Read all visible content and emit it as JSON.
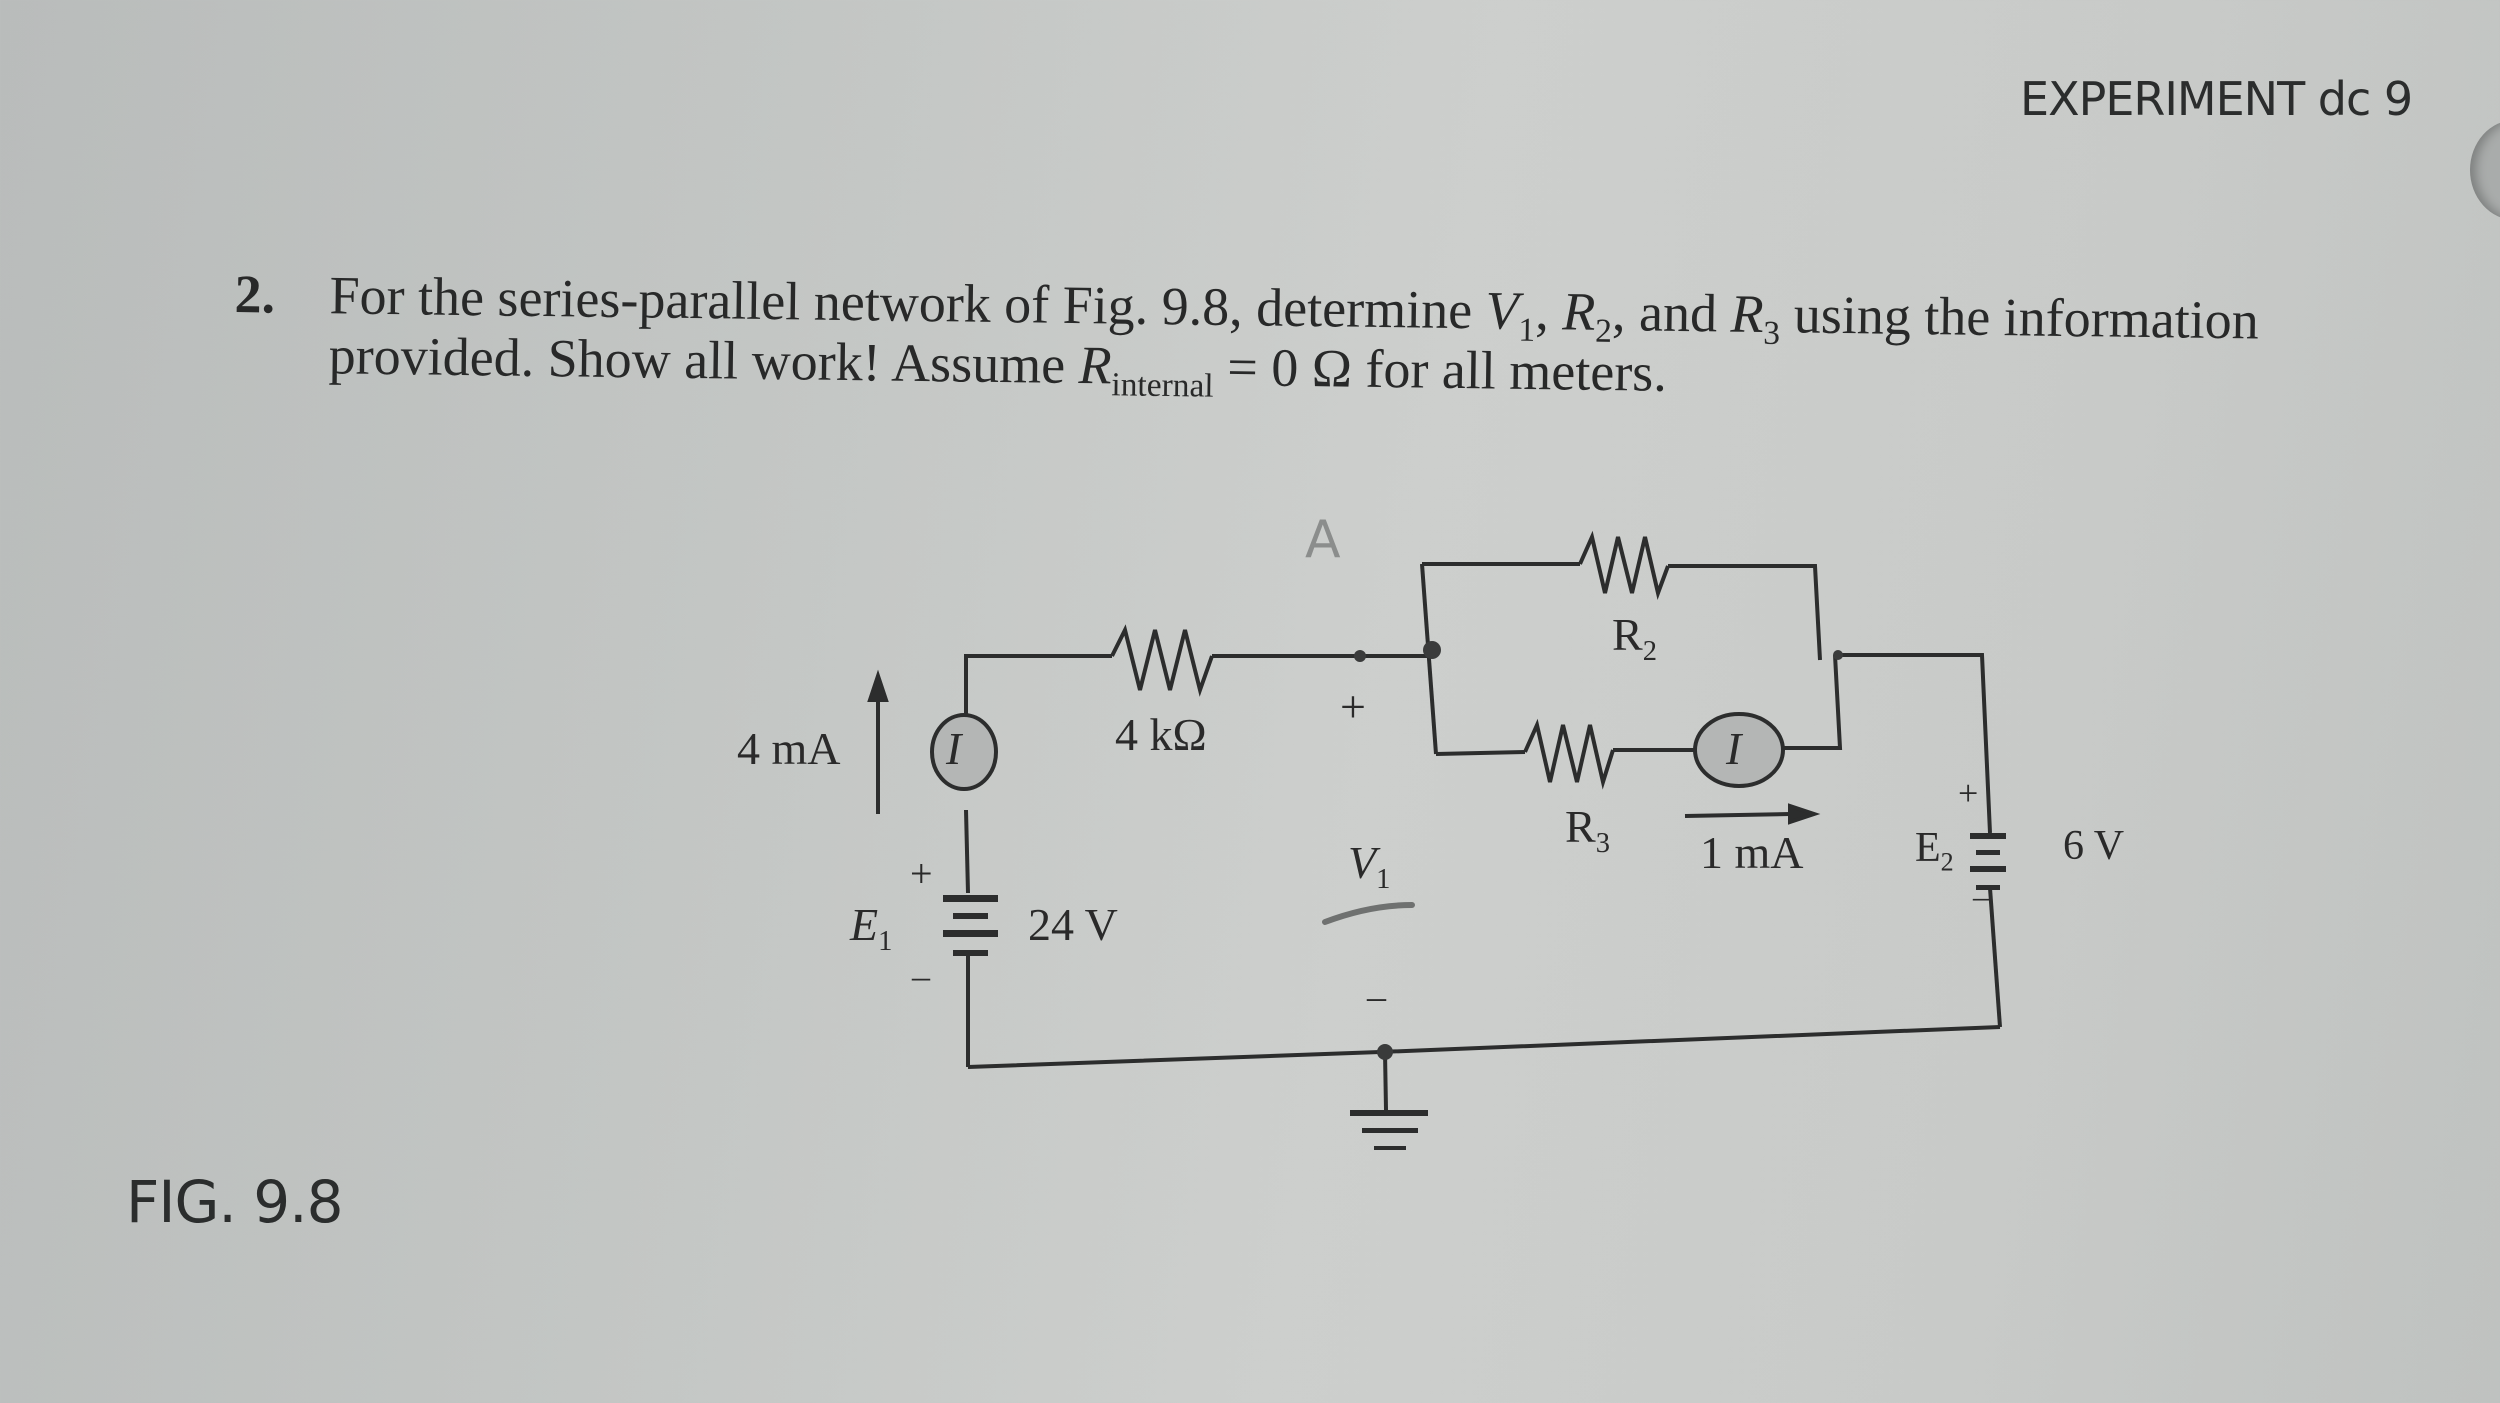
{
  "header": {
    "experiment_label": "EXPERIMENT dc 9"
  },
  "problem": {
    "number": "2.",
    "line1_a": "For the series-parallel network of Fig. 9.8, determine ",
    "line1_v": "V",
    "line1_v_sub": "1",
    "line1_sep1": ", ",
    "line1_r2": "R",
    "line1_r2_sub": "2",
    "line1_sep2": ", and ",
    "line1_r3": "R",
    "line1_r3_sub": "3",
    "line1_b": " using the information",
    "line2_a": "provided. Show all work! Assume ",
    "line2_r": "R",
    "line2_r_sub": "internal",
    "line2_b": " = 0 Ω for all meters."
  },
  "figure": {
    "caption": "FIG. 9.8",
    "handwritten_note": "A",
    "current_source_1": {
      "symbol": "I",
      "value": "4 mA",
      "direction": "up"
    },
    "resistor_series": {
      "value": "4 kΩ"
    },
    "resistor_r2": {
      "label": "R",
      "sub": "2"
    },
    "resistor_r3": {
      "label": "R",
      "sub": "3"
    },
    "current_meter_2": {
      "symbol": "I",
      "value": "1 mA",
      "direction": "right"
    },
    "source_e1": {
      "label": "E",
      "sub": "1",
      "value": "24 V",
      "plus": "+",
      "minus": "–"
    },
    "source_e2": {
      "label": "E",
      "sub": "2",
      "value": "6 V",
      "plus": "+",
      "minus": "–"
    },
    "voltage_v1": {
      "label": "V",
      "sub": "1",
      "plus": "+",
      "minus": "–"
    },
    "ground": "ground"
  }
}
